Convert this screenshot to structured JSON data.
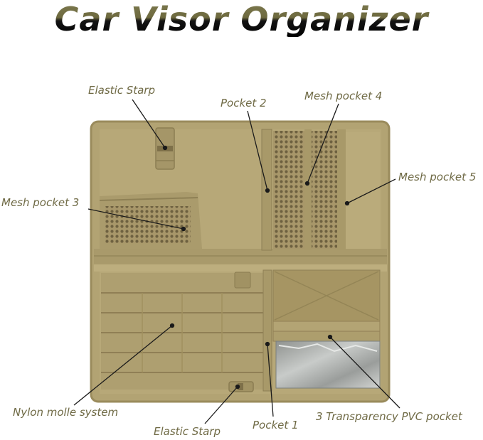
{
  "title": "Car Visor Organizer",
  "labels": {
    "elastic_strap_top": "Elastic Starp",
    "pocket_2": "Pocket 2",
    "mesh_pocket_4": "Mesh pocket 4",
    "mesh_pocket_5": "Mesh pocket 5",
    "mesh_pocket_3": "Mesh pocket 3",
    "nylon_molle": "Nylon molle system",
    "elastic_strap_bottom": "Elastic Starp",
    "pocket_1": "Pocket 1",
    "pvc_pocket": "3 Transparency PVC pocket"
  },
  "colors": {
    "fabric": "#b5a675",
    "fabric_dark": "#9d8f5f",
    "fabric_light": "#c4b687",
    "label": "#6f6a45",
    "pvc": "#b7b9b8"
  }
}
